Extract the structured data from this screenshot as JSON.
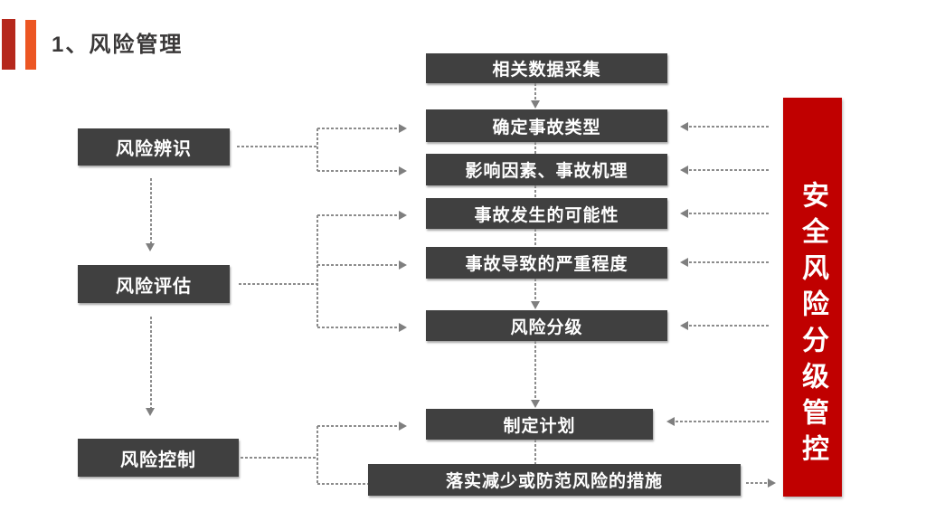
{
  "slide": {
    "title": "1、风险管理"
  },
  "left_column": [
    {
      "label": "风险辨识"
    },
    {
      "label": "风险评估"
    },
    {
      "label": "风险控制"
    }
  ],
  "process_steps": [
    {
      "label": "相关数据采集"
    },
    {
      "label": "确定事故类型"
    },
    {
      "label": "影响因素、事故机理"
    },
    {
      "label": "事故发生的可能性"
    },
    {
      "label": "事故导致的严重程度"
    },
    {
      "label": "风险分级"
    },
    {
      "label": "制定计划"
    },
    {
      "label": "落实减少或防范风险的措施"
    }
  ],
  "banner": {
    "label": "安全风险分级管控"
  },
  "colors": {
    "accent_bar_1": "#B5281C",
    "accent_bar_2": "#EC5623",
    "title_text": "#3A3838",
    "box_bg": "#404040",
    "box_text": "#FFFFFF",
    "banner_bg": "#C00000",
    "connector": "#8C8C8C",
    "arrow": "#7F7F7F"
  }
}
